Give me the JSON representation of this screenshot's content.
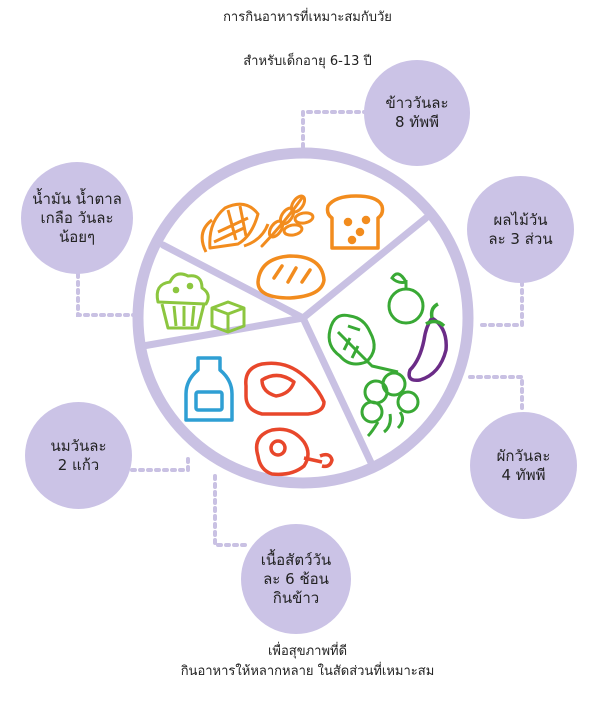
{
  "header": {
    "title": "การกินอาหารที่เหมาะสมกับวัย",
    "subtitle": "สำหรับเด็กอายุ 6-13 ปี"
  },
  "bubbles": {
    "rice": {
      "line1": "ข้าววันละ",
      "line2": "8 ทัพพี"
    },
    "fruit": {
      "line1": "ผลไม้วัน",
      "line2": "ละ 3 ส่วน"
    },
    "oil": {
      "line1": "น้ำมัน น้ำตาล",
      "line2": "เกลือ วันละ",
      "line3": "น้อยๆ"
    },
    "veg": {
      "line1": "ผักวันละ",
      "line2": "4 ทัพพี"
    },
    "milk": {
      "line1": "นมวันละ",
      "line2": "2 แก้ว"
    },
    "meat": {
      "line1": "เนื้อสัตว์วัน",
      "line2": "ละ 6 ช้อน",
      "line3": "กินข้าว"
    }
  },
  "footer": {
    "line1": "เพื่อสุขภาพที่ดี",
    "line2": "กินอาหารให้หลากหลาย ในสัดส่วนที่เหมาะสม"
  },
  "colors": {
    "bubble": "#cbc3e6",
    "plate_ring": "#c9c1e3",
    "grains": "#f28c1e",
    "fruit_veg": "#39a935",
    "fruit_purple": "#6b2c87",
    "meat": "#e8472b",
    "milk": "#2f9fd4",
    "snack": "#8cc63f",
    "dots": "#c9c1e3"
  },
  "icons": [
    "corn-icon",
    "wheat-icon",
    "bread-slice-icon",
    "bread-loaf-icon",
    "apple-icon",
    "eggplant-icon",
    "lettuce-icon",
    "broccoli-icon",
    "cupcake-icon",
    "sugar-cube-icon",
    "milk-bottle-icon",
    "steak-icon",
    "ham-leg-icon"
  ]
}
